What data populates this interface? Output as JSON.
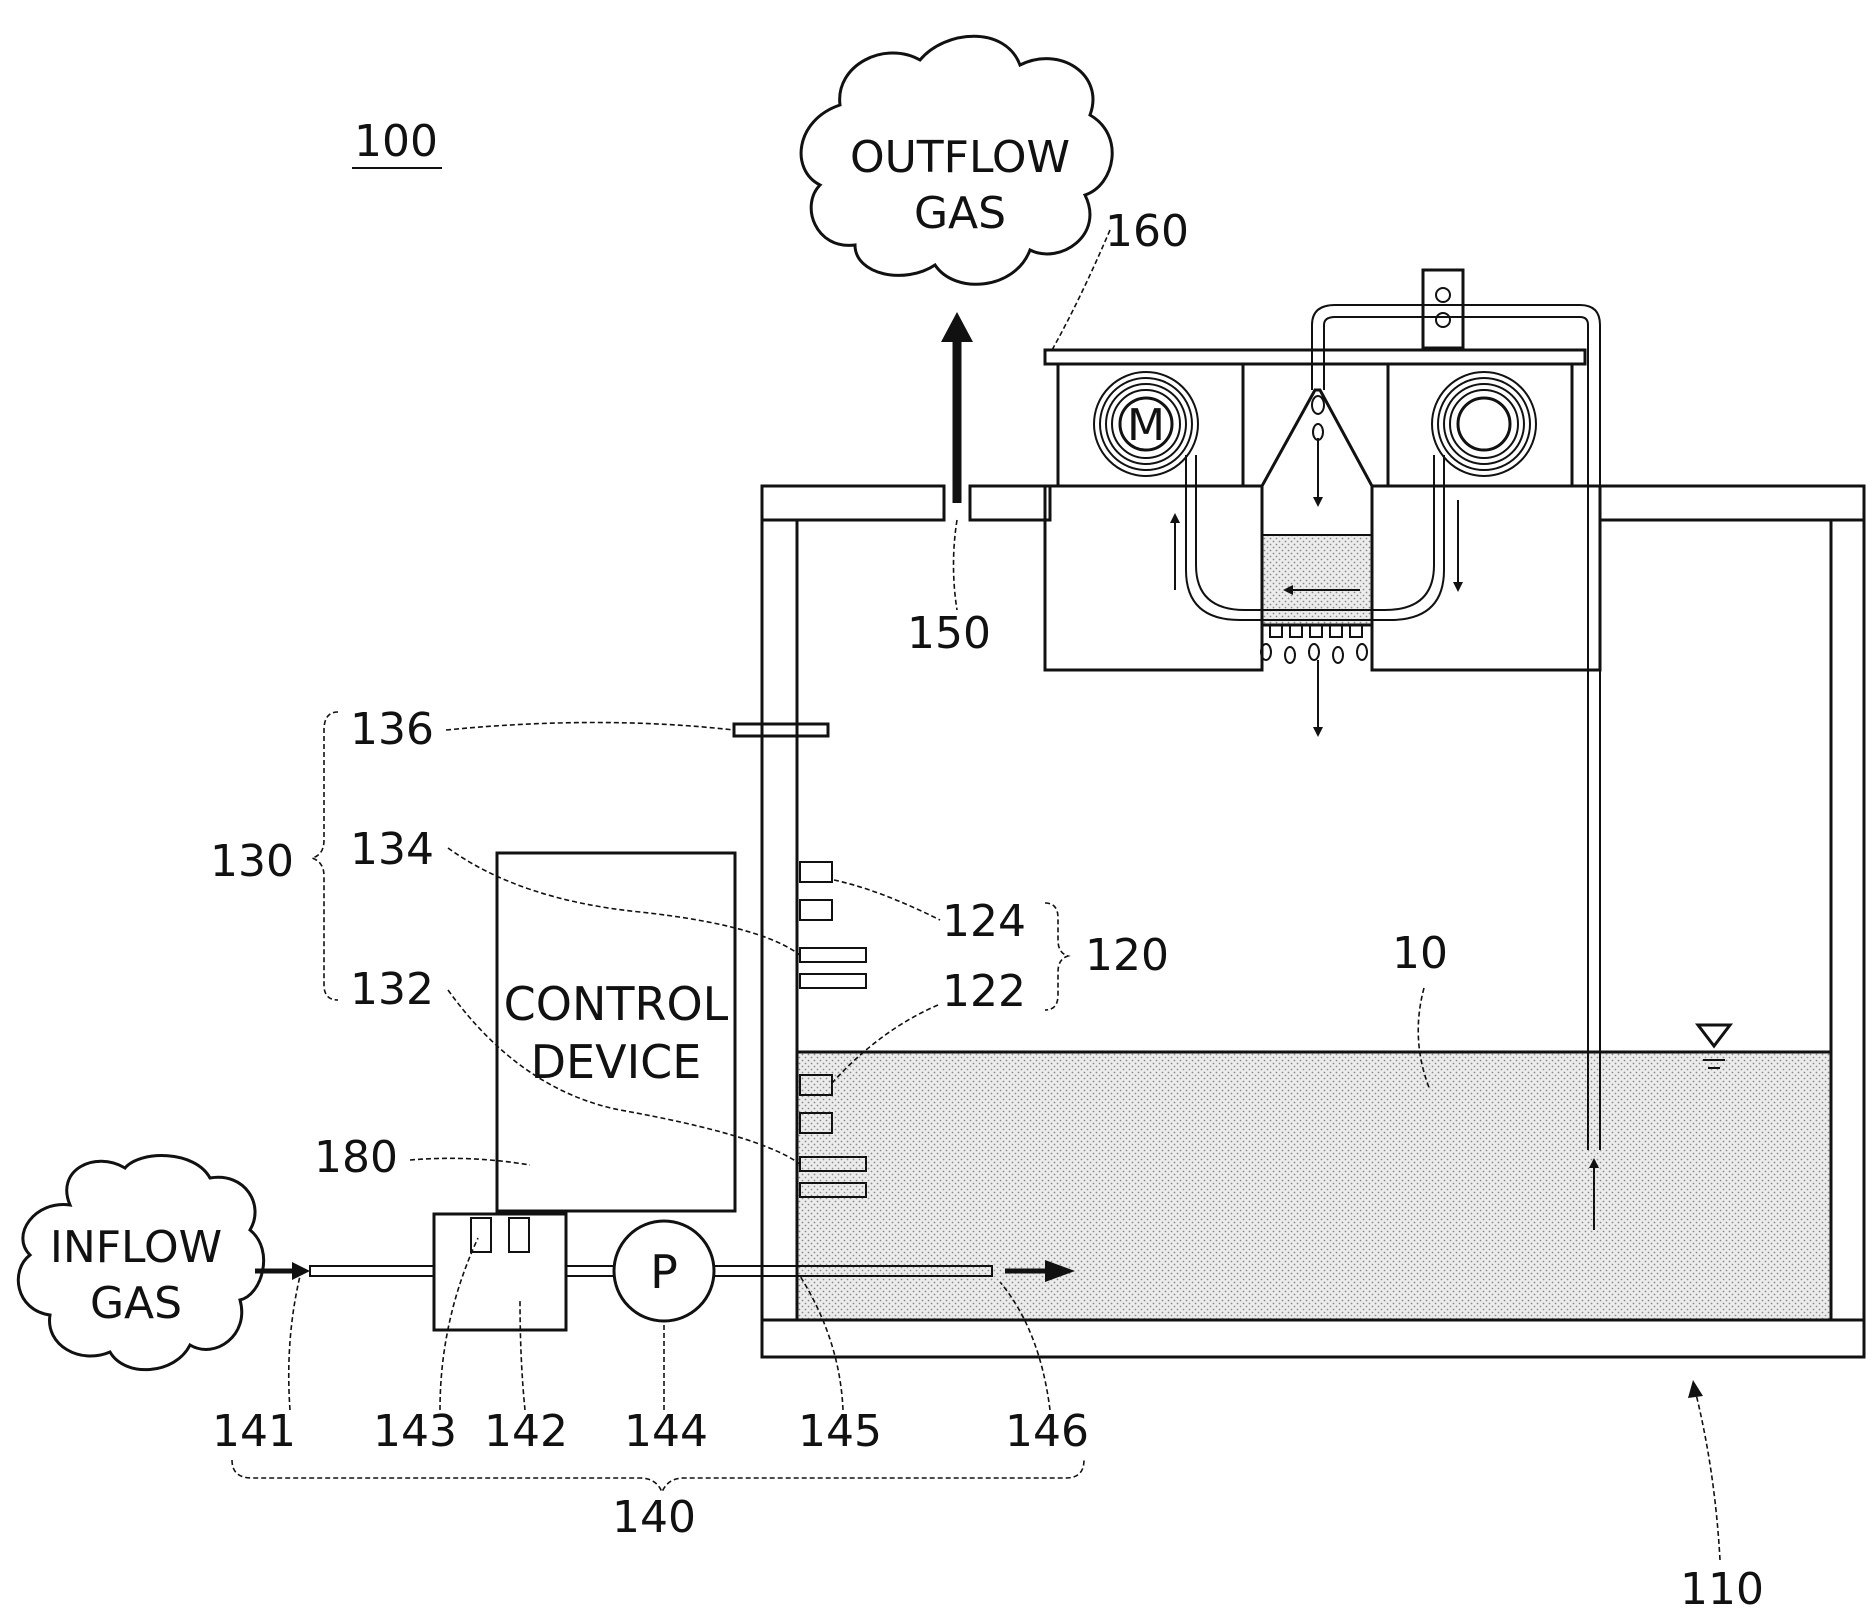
{
  "labels": {
    "ref_100": "100",
    "outflow_gas": [
      "OUTFLOW",
      "GAS"
    ],
    "inflow_gas": [
      "INFLOW",
      "GAS"
    ],
    "control_device": [
      "CONTROL",
      "DEVICE"
    ],
    "motor_symbol": "M",
    "pump_symbol": "P",
    "ref_160": "160",
    "ref_150": "150",
    "ref_136": "136",
    "ref_134": "134",
    "ref_132": "132",
    "ref_130": "130",
    "ref_124": "124",
    "ref_122": "122",
    "ref_120": "120",
    "ref_10": "10",
    "ref_180": "180",
    "ref_141": "141",
    "ref_143": "143",
    "ref_142": "142",
    "ref_144": "144",
    "ref_145": "145",
    "ref_146": "146",
    "ref_140": "140",
    "ref_110": "110"
  },
  "colors": {
    "line": "#111111",
    "liquid": "#e4e4e4",
    "background": "#ffffff"
  }
}
